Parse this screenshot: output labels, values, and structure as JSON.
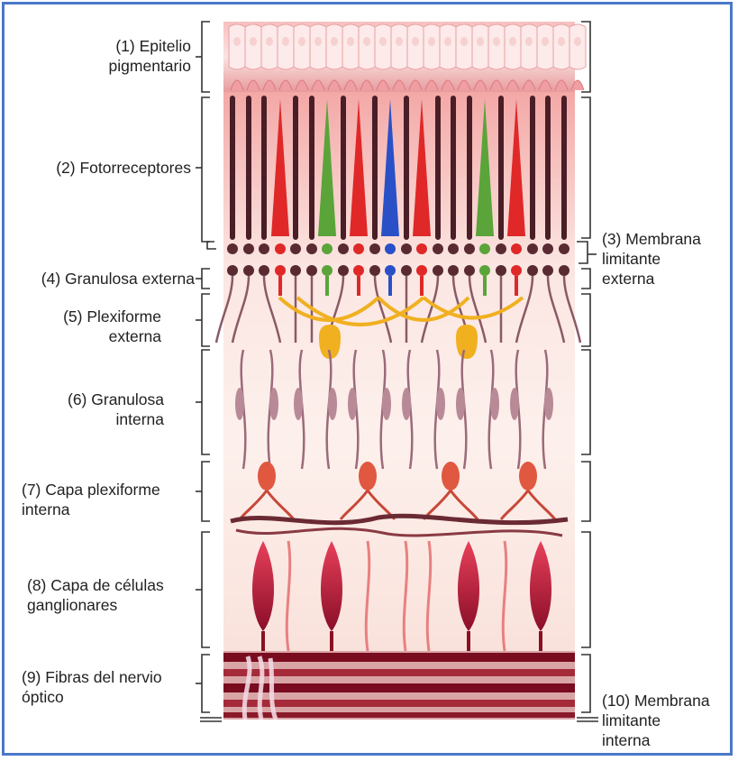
{
  "layers_left": [
    {
      "id": "l1",
      "text": "(1) Epitelio\npigmentario"
    },
    {
      "id": "l2",
      "text": "(2) Fotorreceptores"
    },
    {
      "id": "l4",
      "text": "(4) Granulosa externa"
    },
    {
      "id": "l5",
      "text": "(5) Plexiforme\nexterna"
    },
    {
      "id": "l6",
      "text": "(6) Granulosa\ninterna"
    },
    {
      "id": "l7",
      "text": "(7) Capa plexiforme\ninterna"
    },
    {
      "id": "l8",
      "text": "(8) Capa de células\nganglionares"
    },
    {
      "id": "l9",
      "text": "(9) Fibras del nervio\nóptico"
    }
  ],
  "layers_right": [
    {
      "id": "l3",
      "text": "(3) Membrana\nlimitante\nexterna"
    },
    {
      "id": "l10",
      "text": "(10)  Membrana\nlimitante\ninterna"
    }
  ],
  "colors": {
    "frame": "#4a78c8",
    "pigment": "#f4b8b8",
    "rod": "#4a1e26",
    "cone_red": "#e02828",
    "cone_green": "#5aa43a",
    "cone_blue": "#2a50c8",
    "horizontal_cells": "#f0b020",
    "ganglion": "#c01838",
    "nerve_fibers": "#8a1020"
  }
}
